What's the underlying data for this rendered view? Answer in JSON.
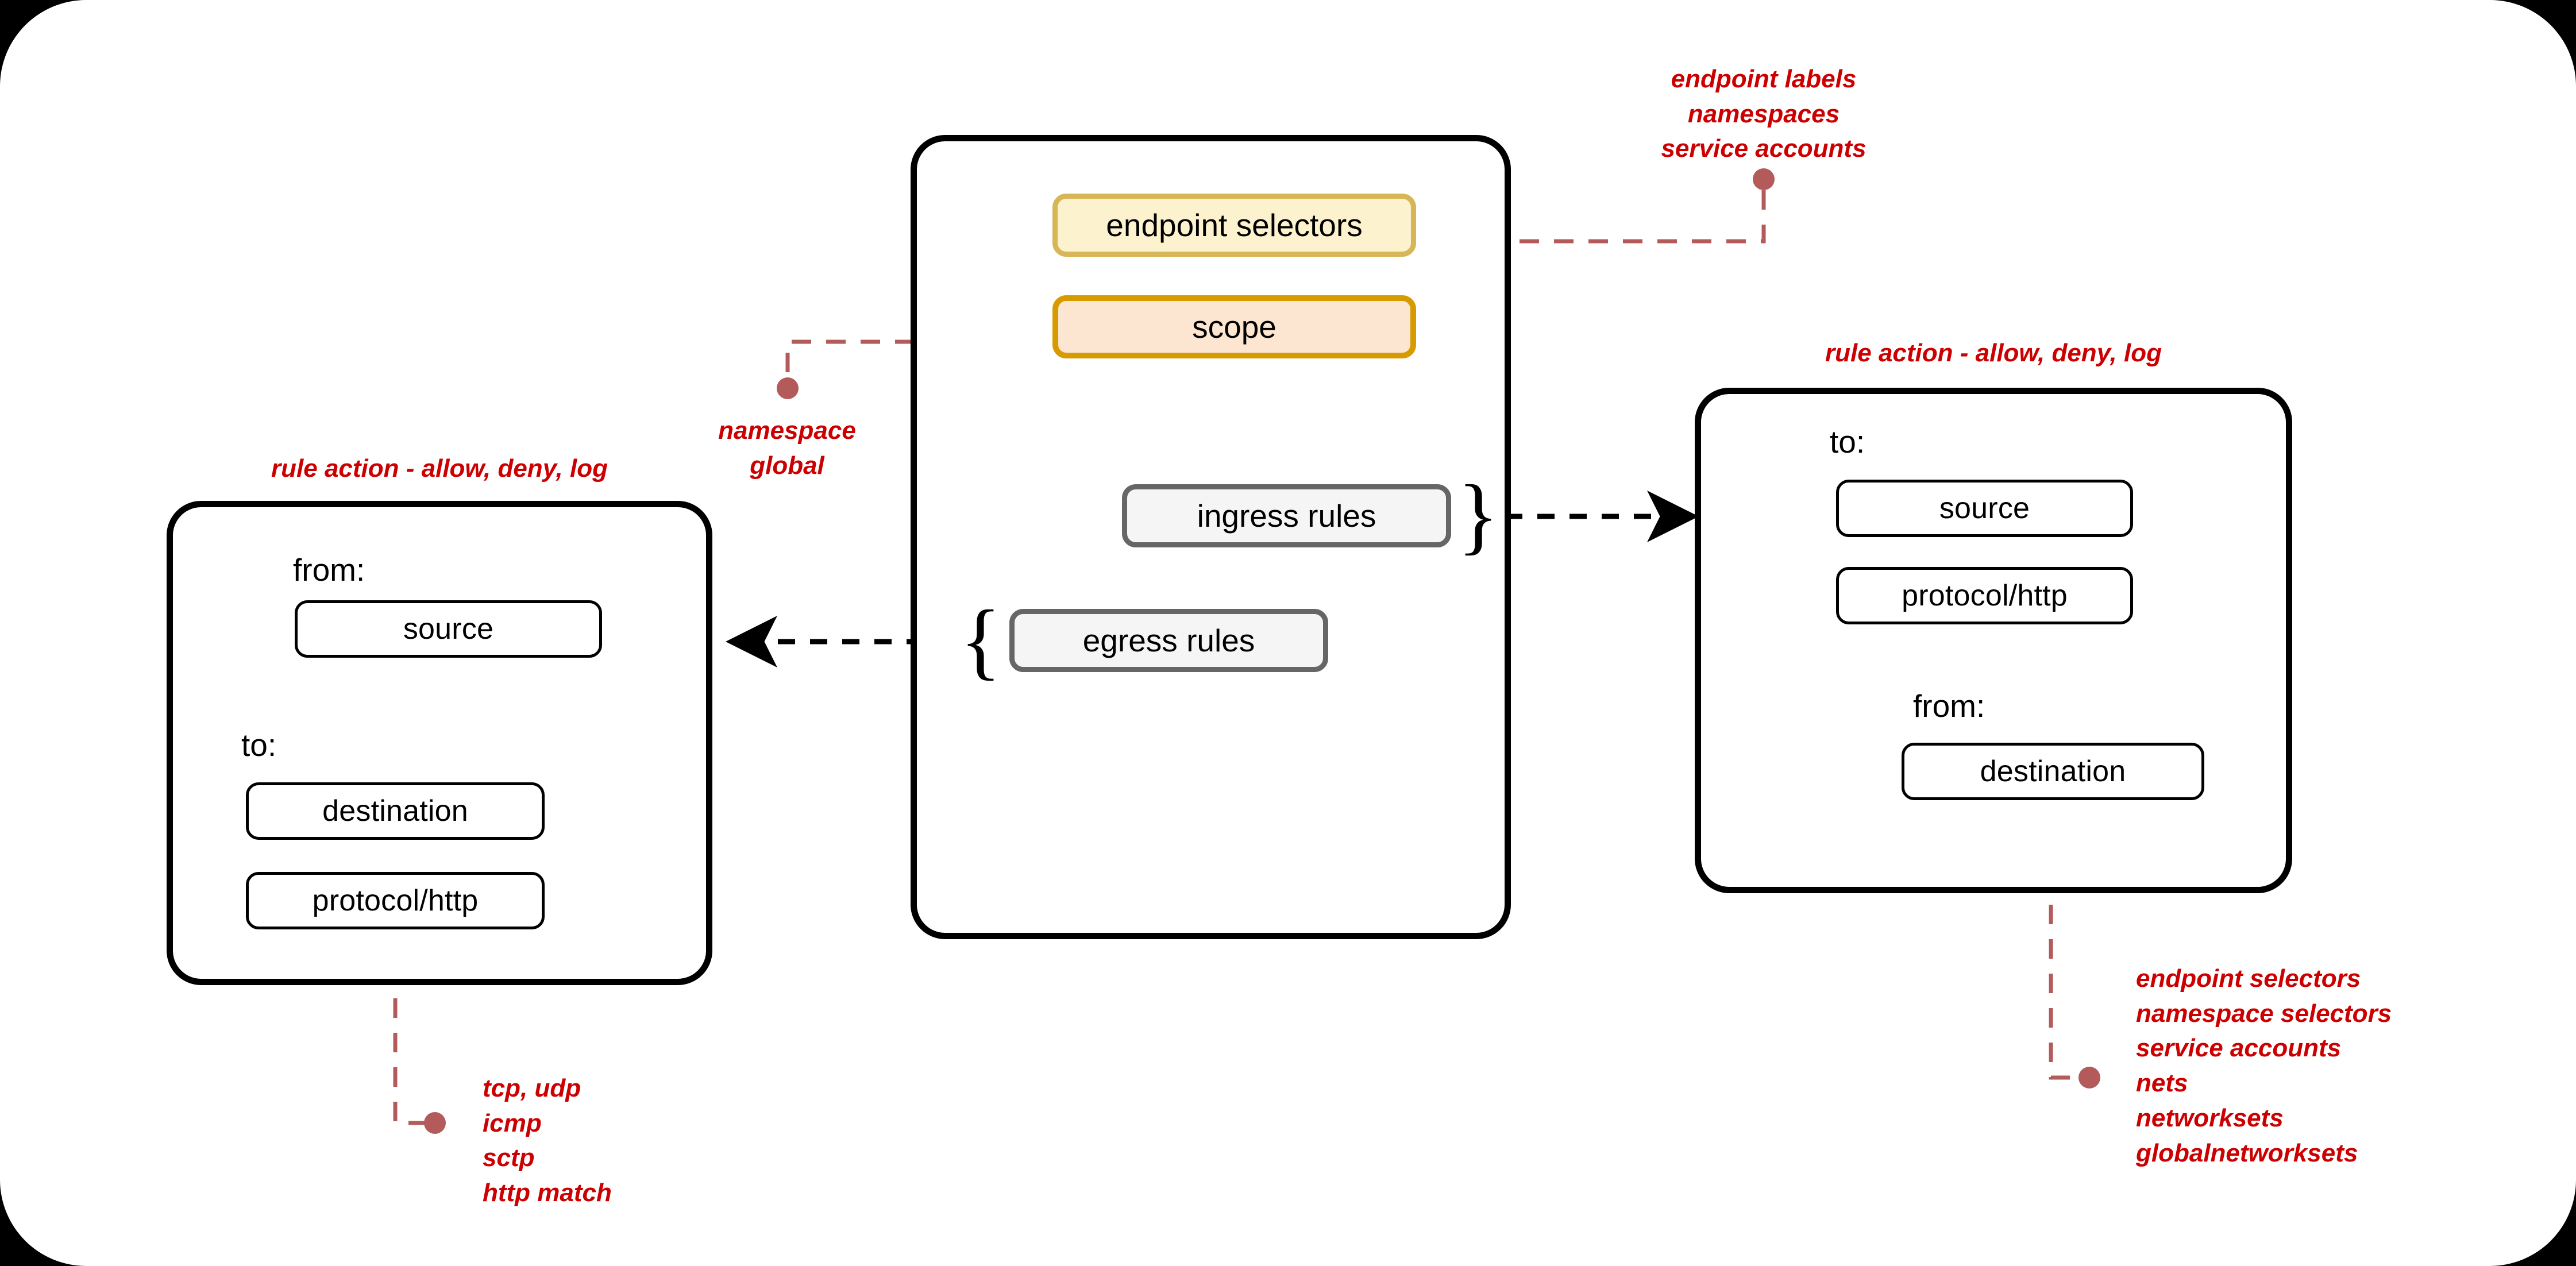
{
  "diagram": {
    "title_present": false,
    "colors": {
      "annotation_red": "#CC0000",
      "connector_red": "#B35A5A",
      "endpoint_selectors_fill": "#FCF2CE",
      "endpoint_selectors_border": "#D6B656",
      "scope_fill": "#FDE6D1",
      "scope_border": "#D79B00",
      "rules_fill": "#F5F5F5",
      "rules_border": "#666666",
      "box_border": "#000000",
      "page_background": "#FFFFFF"
    }
  },
  "policy": {
    "endpoint_selectors_label": "endpoint selectors",
    "scope_label": "scope",
    "ingress_rules_label": "ingress rules",
    "egress_rules_label": "egress rules"
  },
  "egress_panel": {
    "heading_note": "rule action - allow, deny, log",
    "from_label": "from:",
    "from_items": [
      "source"
    ],
    "to_label": "to:",
    "to_items": [
      "destination",
      "protocol/http"
    ]
  },
  "ingress_panel": {
    "heading_note": "rule action - allow, deny, log",
    "to_label": "to:",
    "to_items": [
      "source",
      "protocol/http"
    ],
    "from_label": "from:",
    "from_items": [
      "destination"
    ]
  },
  "annotations": {
    "endpoint_selectors_note": [
      "endpoint labels",
      "namespaces",
      "service accounts"
    ],
    "scope_note": [
      "namespace",
      "global"
    ],
    "protocol_note": [
      "tcp, udp",
      "icmp",
      "sctp",
      "http match"
    ],
    "destination_note": [
      "endpoint selectors",
      "namespace selectors",
      "service accounts",
      "nets",
      "networksets",
      "globalnetworksets"
    ]
  },
  "braces": {
    "ingress_brace": "}",
    "egress_brace": "{"
  }
}
